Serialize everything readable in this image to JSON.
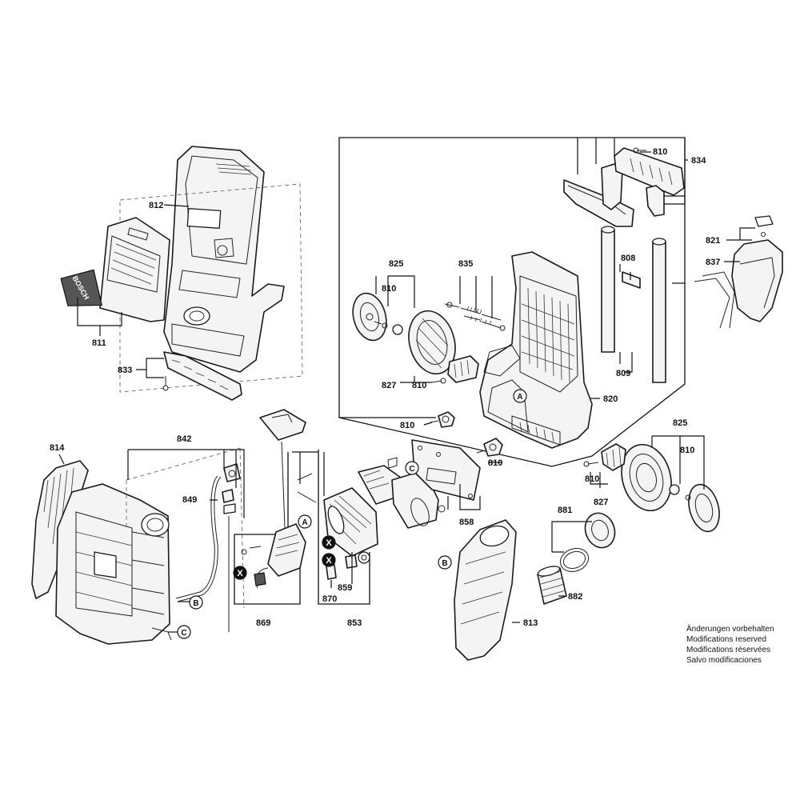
{
  "callouts": {
    "c810_top": "810",
    "c834": "834",
    "c812": "812",
    "c811": "811",
    "c833": "833",
    "c825_l": "825",
    "c810_a": "810",
    "c835": "835",
    "c808": "808",
    "c821": "821",
    "c837": "837",
    "c827_l": "827",
    "c810_b": "810",
    "c809": "809",
    "c820": "820",
    "c810_c": "810",
    "c825_r": "825",
    "c810_d": "810",
    "c814": "814",
    "c842": "842",
    "c849": "849",
    "c810_e": "810",
    "c810_f": "810",
    "c827_r": "827",
    "c881": "881",
    "c858": "858",
    "c882": "882",
    "c869": "869",
    "c870": "870",
    "c859": "859",
    "c853": "853",
    "c813": "813"
  },
  "ref_markers": {
    "a1": "A",
    "a2": "A",
    "b1": "B",
    "b2": "B",
    "c1": "C",
    "c2": "C",
    "x1": "X",
    "x2": "X",
    "x3": "X"
  },
  "logo": {
    "text": "BOSCH"
  },
  "notice": {
    "line1": "Änderungen vorbehalten",
    "line2": "Modifications reserved",
    "line3": "Modifications réservées",
    "line4": "Salvo modificaciones"
  }
}
